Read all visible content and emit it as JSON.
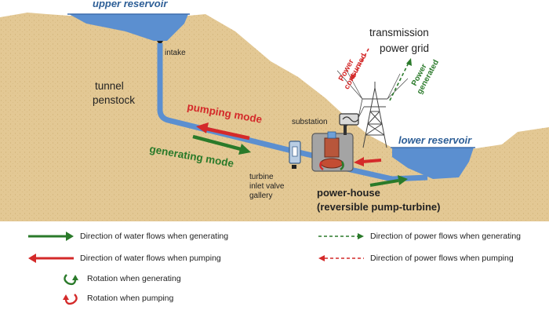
{
  "diagram": {
    "labels": {
      "upper_reservoir": "upper reservoir",
      "intake": "intake",
      "tunnel": "tunnel",
      "penstock": "penstock",
      "pumping_mode": "pumping mode",
      "generating_mode": "generating mode",
      "substation": "substation",
      "transmission_line1": "transmission",
      "transmission_line2": "power grid",
      "power_consumed_line1": "Power",
      "power_consumed_line2": "consumed",
      "power_generated_line1": "Power",
      "power_generated_line2": "generated",
      "lower_reservoir": "lower reservoir",
      "valve_gallery_line1": "turbine",
      "valve_gallery_line2": "inlet valve",
      "valve_gallery_line3": "gallery",
      "power_house_line1": "power-house",
      "power_house_line2": "(reversible pump-turbine)"
    },
    "colors": {
      "ground": "#e3c894",
      "water": "#5b8fd0",
      "reservoir_label": "#2e5f97",
      "generating": "#2a7a2a",
      "pumping": "#d42a2a",
      "sky": "#ffffff"
    }
  },
  "legend": {
    "items": [
      {
        "kind": "water-generating",
        "label": "Direction of water flows when generating"
      },
      {
        "kind": "water-pumping",
        "label": "Direction of water flows when pumping"
      },
      {
        "kind": "rotation-generating",
        "label": "Rotation when generating"
      },
      {
        "kind": "rotation-pumping",
        "label": "Rotation when pumping"
      },
      {
        "kind": "power-generating",
        "label": "Direction of power flows when generating"
      },
      {
        "kind": "power-pumping",
        "label": "Direction of power flows when pumping"
      }
    ]
  }
}
